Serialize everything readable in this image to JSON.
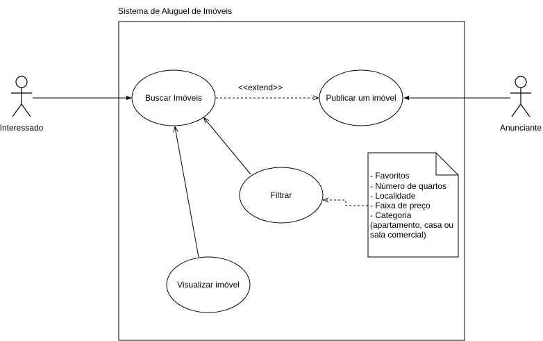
{
  "diagram": {
    "system_title": "Sistema de Aluguel de Imóveis",
    "actors": {
      "left": "Interessado",
      "right": "Anunciante"
    },
    "use_cases": {
      "buscar": "Buscar Imóveis",
      "publicar": "Publicar um imóvel",
      "filtrar": "Filtrar",
      "visualizar": "Visualizar imóvel"
    },
    "extend_label": "<<extend>>",
    "note": {
      "lines": [
        "- Favoritos",
        "- Número de quartos",
        "- Localidade",
        "- Faixa de preço",
        "- Categoria",
        "(apartamento, casa ou",
        "sala comercial)"
      ]
    }
  }
}
